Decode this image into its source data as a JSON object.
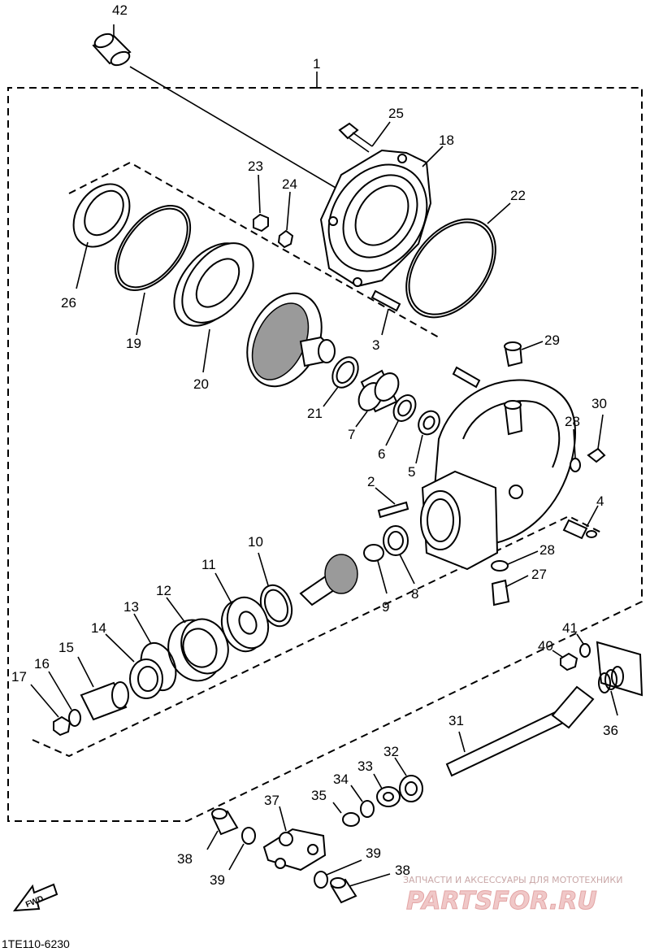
{
  "diagram": {
    "callouts": [
      {
        "id": "p42",
        "text": "42"
      },
      {
        "id": "p1",
        "text": "1"
      },
      {
        "id": "p25",
        "text": "25"
      },
      {
        "id": "p18",
        "text": "18"
      },
      {
        "id": "p23",
        "text": "23"
      },
      {
        "id": "p24",
        "text": "24"
      },
      {
        "id": "p22",
        "text": "22"
      },
      {
        "id": "p26",
        "text": "26"
      },
      {
        "id": "p19",
        "text": "19"
      },
      {
        "id": "p20",
        "text": "20"
      },
      {
        "id": "p3",
        "text": "3"
      },
      {
        "id": "p29",
        "text": "29"
      },
      {
        "id": "p21",
        "text": "21"
      },
      {
        "id": "p7",
        "text": "7"
      },
      {
        "id": "p6",
        "text": "6"
      },
      {
        "id": "p5",
        "text": "5"
      },
      {
        "id": "p28a",
        "text": "28"
      },
      {
        "id": "p30",
        "text": "30"
      },
      {
        "id": "p2",
        "text": "2"
      },
      {
        "id": "p4",
        "text": "4"
      },
      {
        "id": "p10",
        "text": "10"
      },
      {
        "id": "p11",
        "text": "11"
      },
      {
        "id": "p12",
        "text": "12"
      },
      {
        "id": "p13",
        "text": "13"
      },
      {
        "id": "p14",
        "text": "14"
      },
      {
        "id": "p15",
        "text": "15"
      },
      {
        "id": "p16",
        "text": "16"
      },
      {
        "id": "p17",
        "text": "17"
      },
      {
        "id": "p9",
        "text": "9"
      },
      {
        "id": "p8",
        "text": "8"
      },
      {
        "id": "p28b",
        "text": "28"
      },
      {
        "id": "p27",
        "text": "27"
      },
      {
        "id": "p41",
        "text": "41"
      },
      {
        "id": "p40",
        "text": "40"
      },
      {
        "id": "p36",
        "text": "36"
      },
      {
        "id": "p31",
        "text": "31"
      },
      {
        "id": "p32",
        "text": "32"
      },
      {
        "id": "p33",
        "text": "33"
      },
      {
        "id": "p34",
        "text": "34"
      },
      {
        "id": "p35",
        "text": "35"
      },
      {
        "id": "p37",
        "text": "37"
      },
      {
        "id": "p38a",
        "text": "38"
      },
      {
        "id": "p39a",
        "text": "39"
      },
      {
        "id": "p39b",
        "text": "39"
      },
      {
        "id": "p38b",
        "text": "38"
      }
    ],
    "drawing_code": "1TE110-6230",
    "forward_label": "FWD",
    "watermark_caption": "ЗАПЧАСТИ И АКСЕССУАРЫ ДЛЯ МОТОТЕХНИКИ",
    "watermark_logo": "PARTSFOR.RU"
  }
}
